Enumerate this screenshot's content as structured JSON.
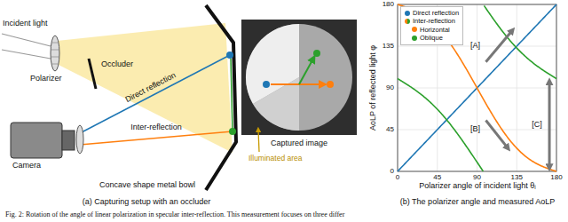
{
  "diagram": {
    "caption": "Fig. 2: Rotation of the angle of linear polarization in specular inter-reflection. This measurement focuses on three differ",
    "labels": [
      "Incident light",
      "Polarizer",
      "Occluder",
      "Direct reflection",
      "Camera",
      "Inter-reflection",
      "Concave shape metal bowl",
      "Captured image",
      "Illuminated area",
      "(a) Capturing setup with an occluder",
      "AoLP of reflected light φ",
      "Polarizer angle of incident light θᵢ",
      "0",
      "45",
      "90",
      "135",
      "180",
      "0",
      "45",
      "90",
      "135",
      "180",
      "[A]",
      "[B]",
      "[C]",
      "(b) The polarizer angle and measured AoLP"
    ],
    "legend": [
      {
        "text": "Direct reflection",
        "color": "#1f77b4"
      },
      {
        "text": "Inter-reflection"
      },
      {
        "text": "Horizontal",
        "color": "#ff7f0e"
      },
      {
        "text": "Oblique",
        "color": "#2ca02c"
      }
    ]
  }
}
